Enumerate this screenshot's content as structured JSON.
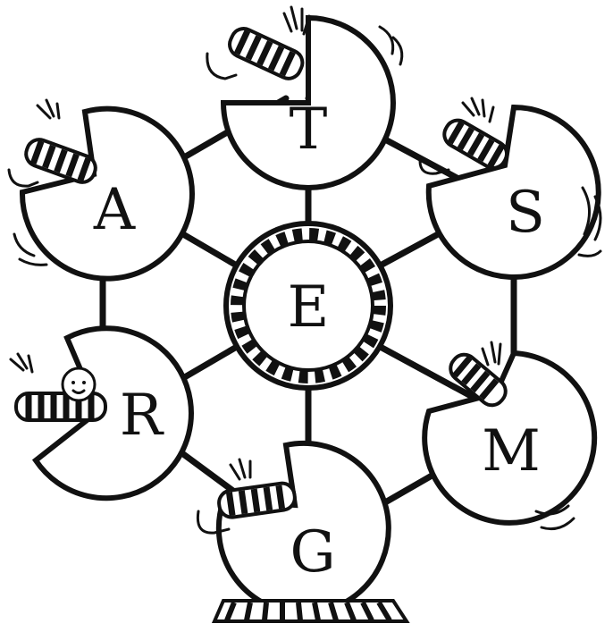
{
  "hub": {
    "label": "E"
  },
  "nodes": [
    {
      "id": "t",
      "label": "T"
    },
    {
      "id": "s",
      "label": "S"
    },
    {
      "id": "m",
      "label": "M"
    },
    {
      "id": "g",
      "label": "G"
    },
    {
      "id": "r",
      "label": "R"
    },
    {
      "id": "a",
      "label": "A"
    }
  ],
  "colors": {
    "ink": "#111111",
    "paper": "#ffffff"
  }
}
